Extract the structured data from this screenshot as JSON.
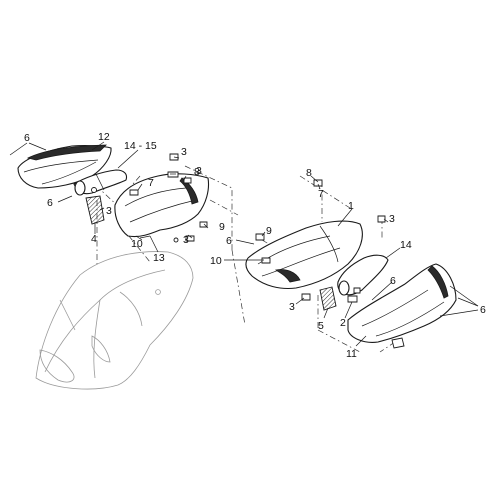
{
  "callouts": {
    "c_6_top": "6",
    "c_12": "12",
    "c_14_15": "14 - 15",
    "c_3_a": "3",
    "c_8_a": "8",
    "c_3_b": "3",
    "c_7_a": "7",
    "c_6_left": "6",
    "c_3_c": "3",
    "c_4": "4",
    "c_10_a": "10",
    "c_13": "13",
    "c_9_a": "9",
    "c_3_d": "3",
    "c_8_b": "8",
    "c_7_b": "7",
    "c_1": "1",
    "c_3_e": "3",
    "c_9_b": "9",
    "c_6_mid": "6",
    "c_10_b": "10",
    "c_14": "14",
    "c_6_r": "6",
    "c_3_f": "3",
    "c_5": "5",
    "c_2": "2",
    "c_6_right": "6",
    "c_11": "11"
  },
  "colors": {
    "ink": "#1a1a1a",
    "faint_outline": "#9a9a9a",
    "background": "#ffffff"
  }
}
